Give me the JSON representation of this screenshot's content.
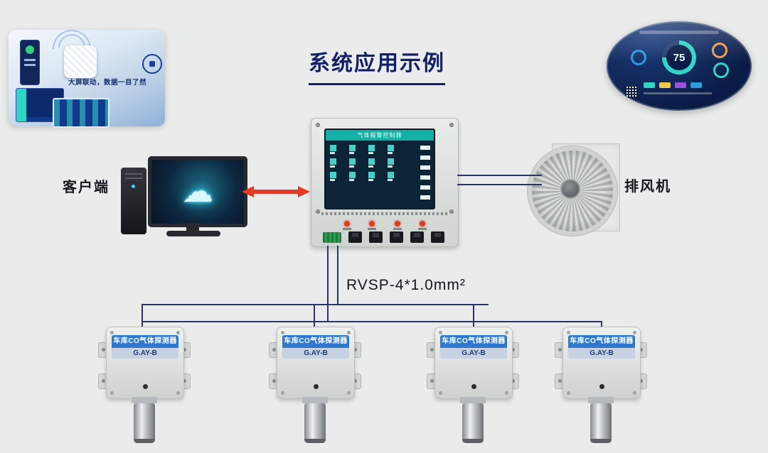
{
  "title": "系统应用示例",
  "promo_card": {
    "slogan": "大屏联动，数据一目了然"
  },
  "monitor_oval": {
    "gauge_value": "75"
  },
  "client": {
    "label": "客户端"
  },
  "fan": {
    "label": "排风机"
  },
  "bus": {
    "cable_label": "RVSP-4*1.0mm²"
  },
  "controller": {
    "screen_title": "气体报警控制器"
  },
  "detectors": [
    {
      "name": "车库CO气体探测器",
      "model": "G.AY-B"
    },
    {
      "name": "车库CO气体探测器",
      "model": "G.AY-B"
    },
    {
      "name": "车库CO气体探测器",
      "model": "G.AY-B"
    },
    {
      "name": "车库CO气体探测器",
      "model": "G.AY-B"
    }
  ],
  "colors": {
    "background": "#e9eceb",
    "title_navy": "#141f66",
    "wire_navy": "#2a3566",
    "arrow_red": "#e63b26",
    "detector_band_blue": "#2e79cf",
    "screen_teal": "#14b0a6"
  }
}
